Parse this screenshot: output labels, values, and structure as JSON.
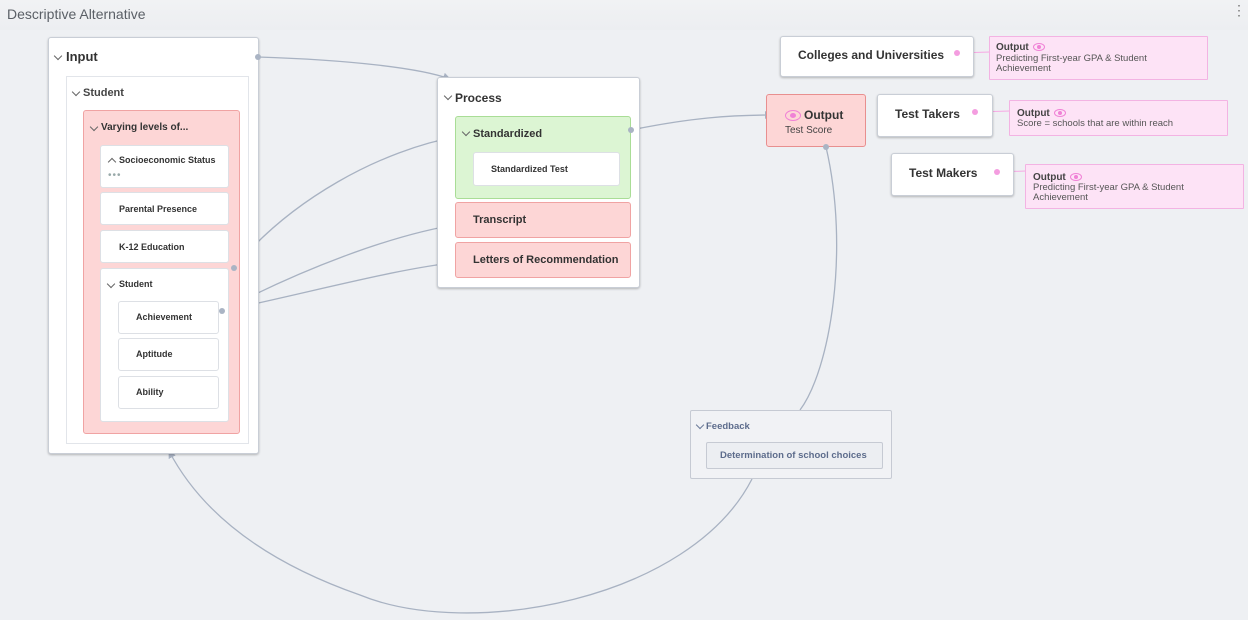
{
  "app": {
    "title": "Descriptive Alternative",
    "menu_icon": "kebab-menu-icon"
  },
  "input": {
    "label": "Input",
    "student": {
      "label": "Student",
      "varying": {
        "label": "Varying levels of...",
        "items": [
          "Socioeconomic Status",
          "Parental Presence",
          "K-12 Education"
        ],
        "ellipsis": "•••",
        "student": {
          "label": "Student",
          "items": [
            "Achievement",
            "Aptitude",
            "Ability"
          ]
        }
      }
    }
  },
  "process": {
    "label": "Process",
    "standardized": {
      "label": "Standardized",
      "item": "Standardized Test"
    },
    "transcript": "Transcript",
    "letters": "Letters of Recommendation"
  },
  "output_node": {
    "label": "Output",
    "sublabel": "Test Score"
  },
  "stakeholders": [
    {
      "name": "Colleges and Universities",
      "output_label": "Output",
      "output_text": "Predicting First-year GPA  & Student Achievement"
    },
    {
      "name": "Test Takers",
      "output_label": "Output",
      "output_text": "Score = schools that are within reach"
    },
    {
      "name": "Test Makers",
      "output_label": "Output",
      "output_text": "Predicting First-year GPA  & Student Achievement"
    }
  ],
  "feedback": {
    "label": "Feedback",
    "item": "Determination of school choices"
  },
  "colors": {
    "connector": "#a8b2c2",
    "red_fill": "#fdd6d6",
    "green_fill": "#dcf5d3",
    "pink_fill": "#fde3f6",
    "pink_accent": "#f081d6"
  }
}
